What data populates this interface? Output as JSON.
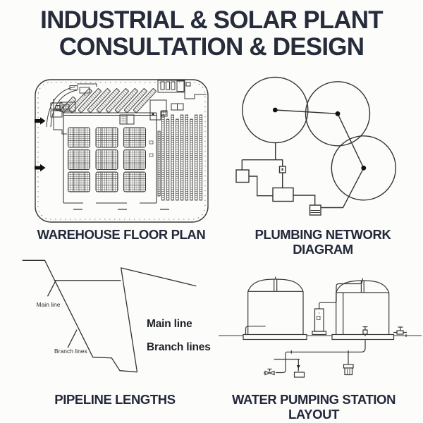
{
  "title": {
    "line1": "INDUSTRIAL & SOLAR PLANT",
    "line2": "CONSULTATION & DESIGN"
  },
  "panels": {
    "floor_plan": {
      "caption": "WAREHOUSE FLOOR PLAN"
    },
    "plumbing": {
      "caption": "PLUMBING NETWORK DIAGRAM"
    },
    "pipeline": {
      "caption": "PIPELINE LENGTHS",
      "annotation_main": "Main line",
      "annotation_branch": "Branch lines",
      "legend_main": "Main line",
      "legend_branch": "Branch lines"
    },
    "pumping": {
      "caption_line1": "WATER PUMPING STATION",
      "caption_line2": "LAYOUT"
    }
  },
  "colors": {
    "background": "#fcfcfa",
    "ink": "#262c3a",
    "line_art": "#38383a"
  }
}
